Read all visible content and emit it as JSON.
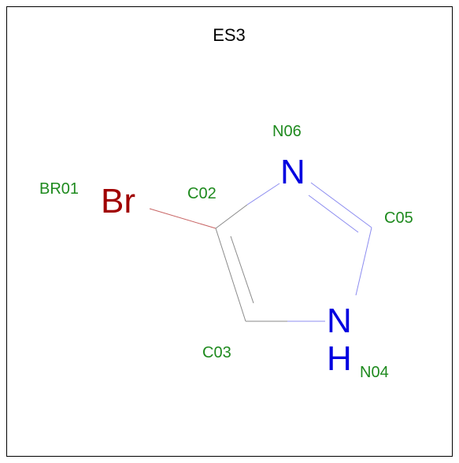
{
  "title": "ES3",
  "colors": {
    "label": "#1e8a1e",
    "bromine": "#a00000",
    "nitrogen": "#0000e0",
    "bond": "#8a8a8a",
    "bond_n": "#8c8cf0",
    "bond_br": "#c86464"
  },
  "atoms": {
    "br": {
      "name": "BR01",
      "symbol": "Br"
    },
    "c02": {
      "name": "C02"
    },
    "c03": {
      "name": "C03"
    },
    "n04": {
      "name": "N04",
      "symbol": "N",
      "h": "H"
    },
    "c05": {
      "name": "C05"
    },
    "n06": {
      "name": "N06",
      "symbol": "N"
    }
  }
}
